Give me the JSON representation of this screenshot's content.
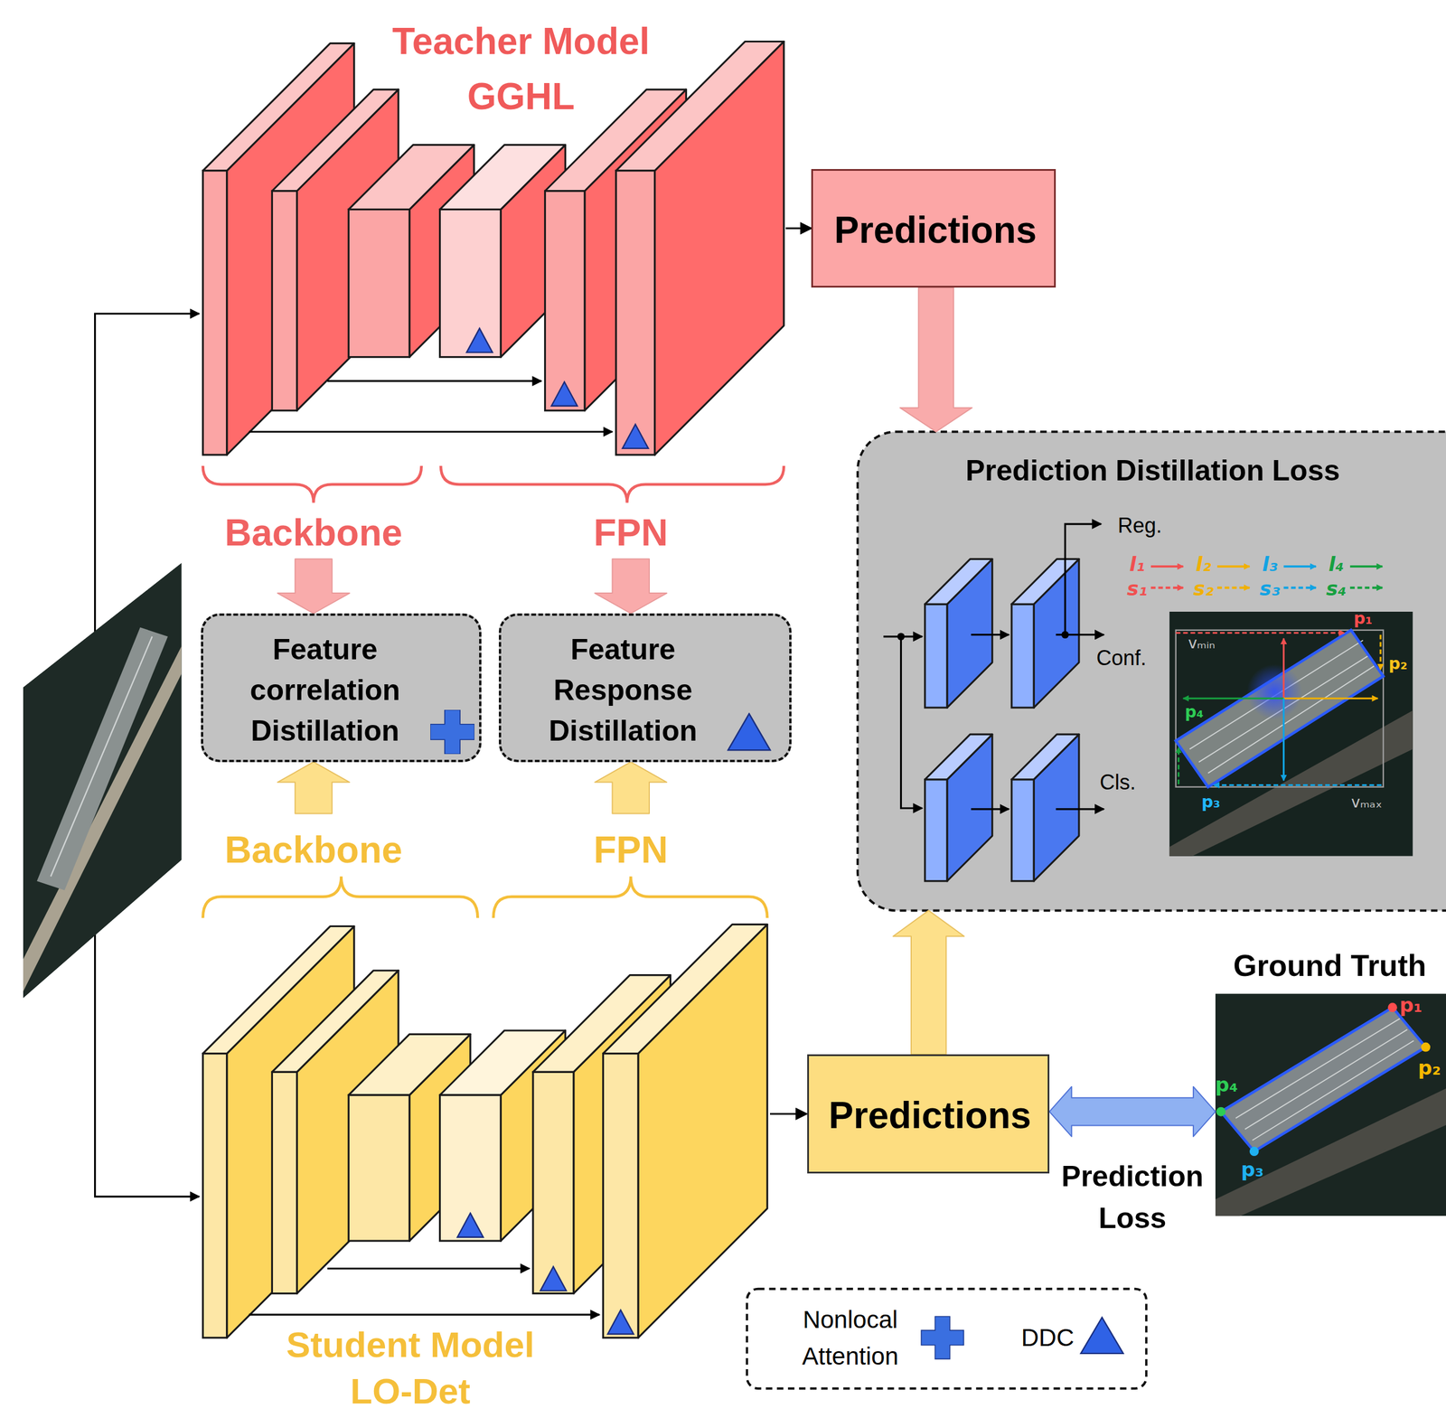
{
  "diagram": {
    "nodes": [
      {
        "text": [
          "Teacher Model GGHL"
        ]
      },
      {
        "text": [
          "Predictions"
        ]
      },
      {
        "text": [
          "Prediction Distillation Loss"
        ]
      },
      {
        "text": [
          "Feature correlation Distillation"
        ]
      },
      {
        "text": [
          "Feature Response Distillation"
        ]
      },
      {
        "text": [
          "Student Model LO-Det"
        ]
      },
      {
        "text": [
          "Predictions"
        ]
      },
      {
        "text": [
          "Ground Truth"
        ]
      }
    ],
    "edges": [
      {
        "from": 0,
        "to": 1,
        "arrow": "to"
      },
      {
        "from": 0,
        "to": 3,
        "arrow": "to"
      },
      {
        "from": 0,
        "to": 4,
        "arrow": "to"
      },
      {
        "from": 1,
        "to": 2,
        "arrow": "to"
      },
      {
        "from": 5,
        "to": 3,
        "arrow": "to"
      },
      {
        "from": 5,
        "to": 4,
        "arrow": "to"
      },
      {
        "from": 5,
        "to": 6,
        "arrow": "to"
      },
      {
        "from": 6,
        "to": 2,
        "arrow": "to"
      },
      {
        "from": 6,
        "to": 7,
        "label": "Prediction Loss",
        "arrow": "both"
      }
    ],
    "labels": [
      "Backbone",
      "FPN",
      "Backbone",
      "FPN",
      "Reg.",
      "Conf.",
      "Cls.",
      "l₁",
      "l₂",
      "l₃",
      "l₄",
      "s₁",
      "s₂",
      "s₃",
      "s₄",
      "vₘᵢₙ",
      "p₁",
      "p₂",
      "p₄",
      "p₃",
      "vₘₐₓ",
      "p₁",
      "p₂",
      "p₄",
      "p₃"
    ],
    "legend": [
      {
        "text": "Nonlocal Attention"
      },
      {
        "text": "DDC"
      }
    ]
  }
}
